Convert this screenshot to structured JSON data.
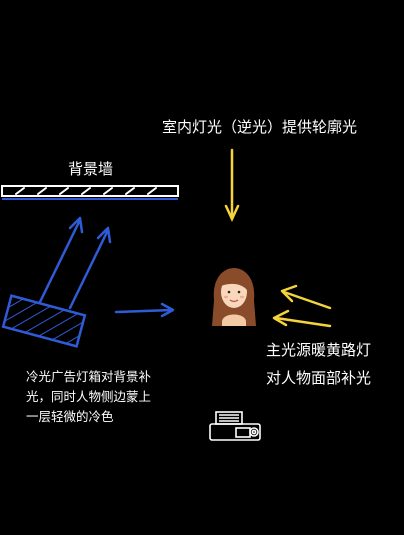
{
  "labels": {
    "backlight": "室内灯光（逆光）提供轮廓光",
    "background_wall": "背景墙",
    "main_light_line1": "主光源暖黄路灯",
    "main_light_line2": "对人物面部补光",
    "cold_light_line1": "冷光广告灯箱对背景补",
    "cold_light_line2": "光，同时人物侧边蒙上",
    "cold_light_line3": "一层轻微的冷色"
  },
  "colors": {
    "background": "#000000",
    "text": "#ffffff",
    "warm_arrow": "#f5d33a",
    "cold_arrow": "#2f5bd6",
    "wall": "#ffffff",
    "wall_hatch": "#444444"
  },
  "icons": {
    "person": "woman-avatar-icon",
    "camera": "camera-icon",
    "lightbox": "lightbox-icon"
  }
}
